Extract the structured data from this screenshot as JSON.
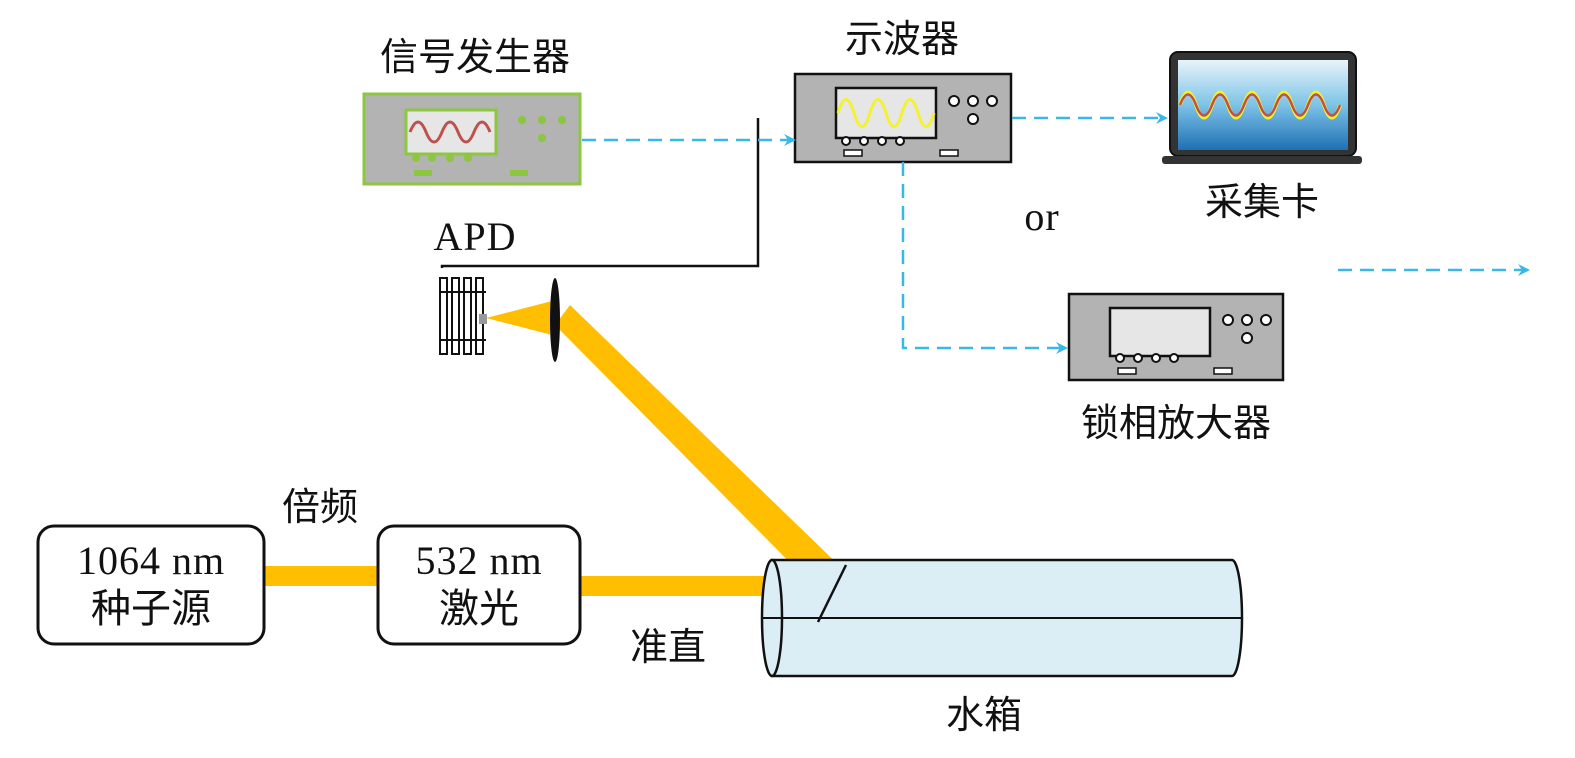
{
  "labels": {
    "signal_generator": "信号发生器",
    "oscilloscope": "示波器",
    "daq_card": "采集卡",
    "apd": "APD",
    "or": "or",
    "lock_in_amplifier": "锁相放大器",
    "frequency_doubling": "倍频",
    "seed_box_line1": "1064 nm",
    "seed_box_line2": "种子源",
    "laser_box_line1": "532 nm",
    "laser_box_line2": "激光",
    "collimation": "准直",
    "water_tank": "水箱"
  },
  "colors": {
    "beam": "#FFBF00",
    "signal_arrow": "#39B8E8",
    "instrument_body": "#B3B3B3",
    "screen": "#E6E6E6",
    "wave_red": "#C0504D",
    "wave_yellow": "#F2F22E",
    "tank_fill": "#DCEEF5",
    "generator_border": "#8DC63F"
  },
  "icons": {
    "signal_generator": "signal-generator-icon",
    "oscilloscope": "oscilloscope-icon",
    "laptop": "laptop-icon",
    "lock_in": "lock-in-amplifier-icon",
    "apd": "apd-detector-icon",
    "lens": "lens-icon"
  }
}
